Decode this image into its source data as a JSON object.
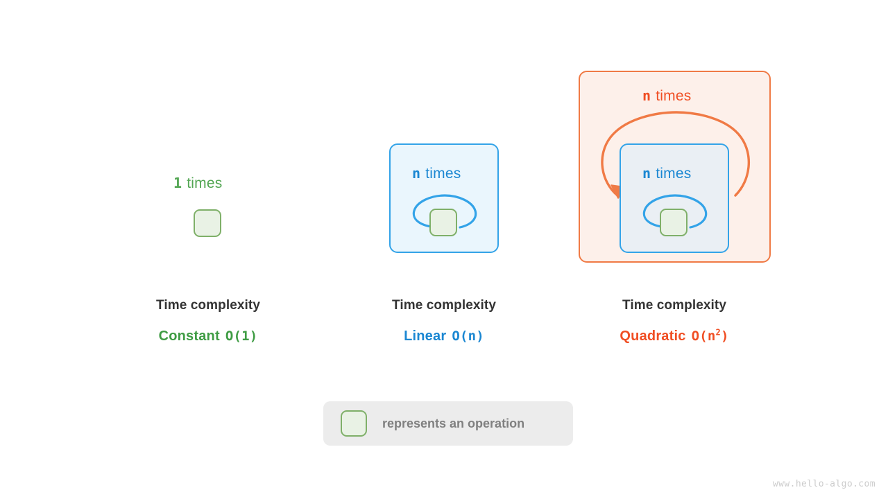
{
  "diagram": {
    "title_hidden": "",
    "watermark": "www.hello-algo.com",
    "colors": {
      "green": "#53a653",
      "green_dark": "#3f9c44",
      "blue": "#1b87d2",
      "blue_border": "#33a3e8",
      "blue_fill": "#eaf6fd",
      "blue_fill_inner": "#eaeff4",
      "orange": "#f04e23",
      "orange_border": "#f07a45",
      "orange_fill": "#fdf0ea",
      "op_border": "#7fb069",
      "op_fill": "#e9f2e5",
      "caption_title": "#333333",
      "legend_bg": "#ececec",
      "legend_text": "#808080",
      "watermark": "#cccccc"
    },
    "columns": [
      {
        "id": "constant",
        "count_var": "1",
        "count_word": "times",
        "count_color": "green",
        "caption_title": "Time complexity",
        "complexity_name": "Constant",
        "complexity_bigo": "O(1)",
        "complexity_bigo_base": "O(1)",
        "complexity_bigo_sup": "",
        "has_loop_arrow": false,
        "box_count": 0
      },
      {
        "id": "linear",
        "count_var": "n",
        "count_word": "times",
        "count_color": "blue",
        "caption_title": "Time complexity",
        "complexity_name": "Linear",
        "complexity_bigo": "O(n)",
        "complexity_bigo_base": "O(n)",
        "complexity_bigo_sup": "",
        "has_loop_arrow": true,
        "box_count": 1
      },
      {
        "id": "quadratic",
        "count_var": "n",
        "count_word": "times",
        "count_color": "orange",
        "inner_count_var": "n",
        "inner_count_word": "times",
        "caption_title": "Time complexity",
        "complexity_name": "Quadratic",
        "complexity_bigo": "O(n^2)",
        "complexity_bigo_base": "O(n",
        "complexity_bigo_sup": "2",
        "complexity_bigo_tail": ")",
        "has_loop_arrow": true,
        "box_count": 2
      }
    ],
    "legend": {
      "swatch": "operation-square",
      "text": "represents an operation"
    }
  }
}
